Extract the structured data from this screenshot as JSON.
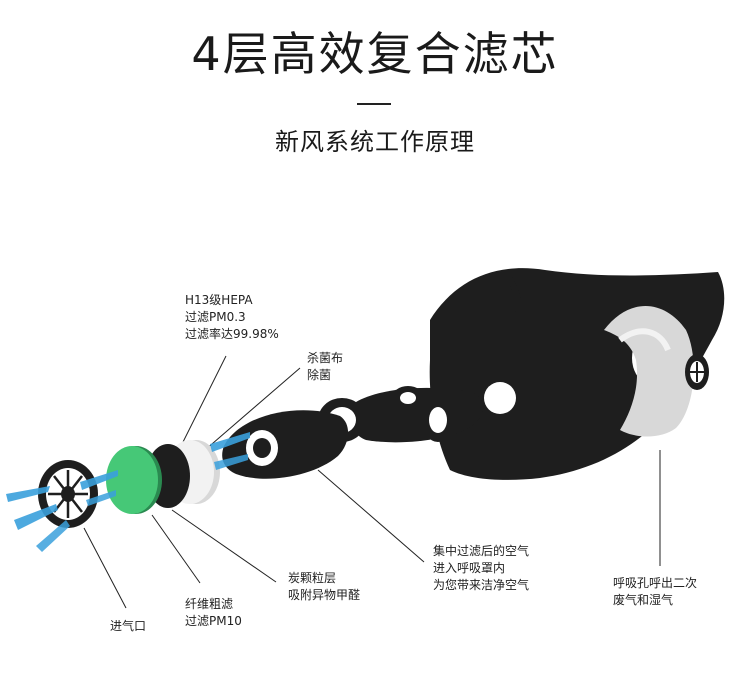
{
  "header": {
    "title": "4层高效复合滤芯",
    "subtitle": "新风系统工作原理"
  },
  "labels": {
    "hepa": [
      "H13级HEPA",
      "过滤PM0.3",
      "过滤率达99.98%"
    ],
    "antibacterial": [
      "杀菌布",
      "除菌"
    ],
    "inlet": [
      "进气口"
    ],
    "fiber": [
      "纤维粗滤",
      "过滤PM10"
    ],
    "carbon": [
      "炭颗粒层",
      "吸附异物甲醛"
    ],
    "concentrate": [
      "集中过滤后的空气",
      "进入呼吸罩内",
      "为您带来洁净空气"
    ],
    "exhale": [
      "呼吸孔呼出二次",
      "废气和湿气"
    ]
  },
  "colors": {
    "fiber_filter": "#46c877",
    "mask": "#1e1e1e",
    "airflow": "#3aa0dc",
    "valve": "#d8d8d8"
  }
}
